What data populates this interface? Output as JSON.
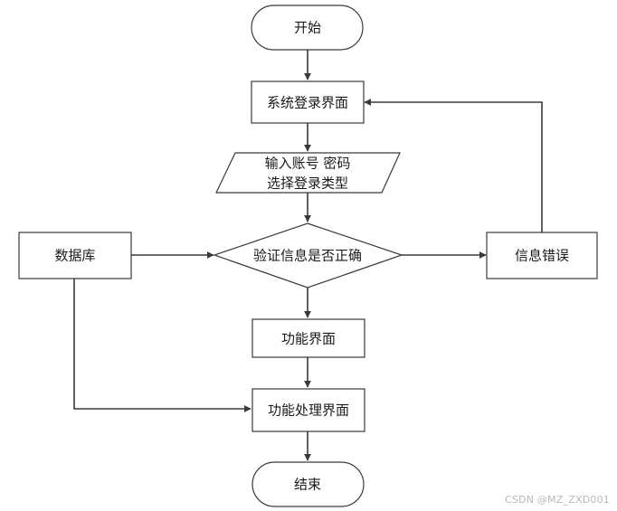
{
  "flowchart": {
    "nodes": {
      "start": {
        "label": "开始"
      },
      "login_screen": {
        "label": "系统登录界面"
      },
      "input": {
        "line1": "输入账号 密码",
        "line2": "选择登录类型"
      },
      "verify": {
        "label": "验证信息是否正确"
      },
      "database": {
        "label": "数据库"
      },
      "error": {
        "label": "信息错误"
      },
      "function_screen": {
        "label": "功能界面"
      },
      "function_processing": {
        "label": "功能处理界面"
      },
      "end": {
        "label": "结束"
      }
    }
  },
  "watermark": {
    "text": "CSDN @MZ_ZXD001"
  }
}
